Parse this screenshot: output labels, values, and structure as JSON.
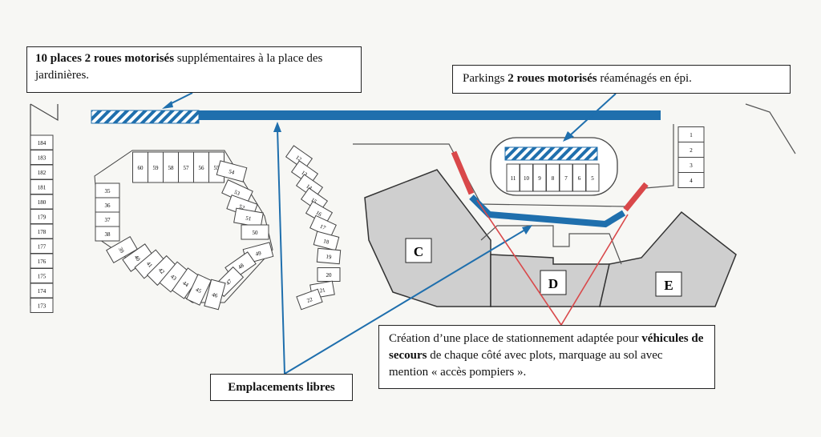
{
  "callouts": {
    "motos_top": {
      "bold": "10 places 2 roues motorisés",
      "rest": " supplémentaires à la place des jardinières."
    },
    "parkings": {
      "pre": "Parkings ",
      "bold": "2 roues motorisés",
      "post": " réaménagés en épi."
    },
    "secours": {
      "pre": "Création d’une place de stationnement adaptée pour ",
      "bold": "véhicules de secours",
      "post": " de chaque côté avec plots, marquage au sol avec mention « accès pompiers »."
    },
    "libres": "Emplacements libres"
  },
  "buildings": {
    "c": "C",
    "d": "D",
    "e": "E"
  },
  "spots": {
    "left_column": [
      "184",
      "183",
      "182",
      "181",
      "180",
      "179",
      "178",
      "177",
      "176",
      "175",
      "174",
      "173"
    ],
    "loop_top": [
      "60",
      "59",
      "58",
      "57",
      "56",
      "55"
    ],
    "loop_right": [
      "54",
      "53",
      "52",
      "51",
      "50",
      "49",
      "48",
      "47"
    ],
    "loop_left": [
      "35",
      "36",
      "37",
      "38"
    ],
    "loop_bottom": [
      "39",
      "40",
      "41",
      "42",
      "43",
      "44",
      "45",
      "46"
    ],
    "mid_column": [
      "12",
      "13",
      "14",
      "15",
      "16",
      "17",
      "18",
      "19",
      "20",
      "21",
      "22"
    ],
    "center_island": [
      "11",
      "10",
      "9",
      "8",
      "7",
      "6",
      "5"
    ],
    "right_column": [
      "1",
      "2",
      "3",
      "4"
    ]
  },
  "colors": {
    "blue": "#1f6fad",
    "red": "#d9484a",
    "building": "#cfcfcf"
  }
}
